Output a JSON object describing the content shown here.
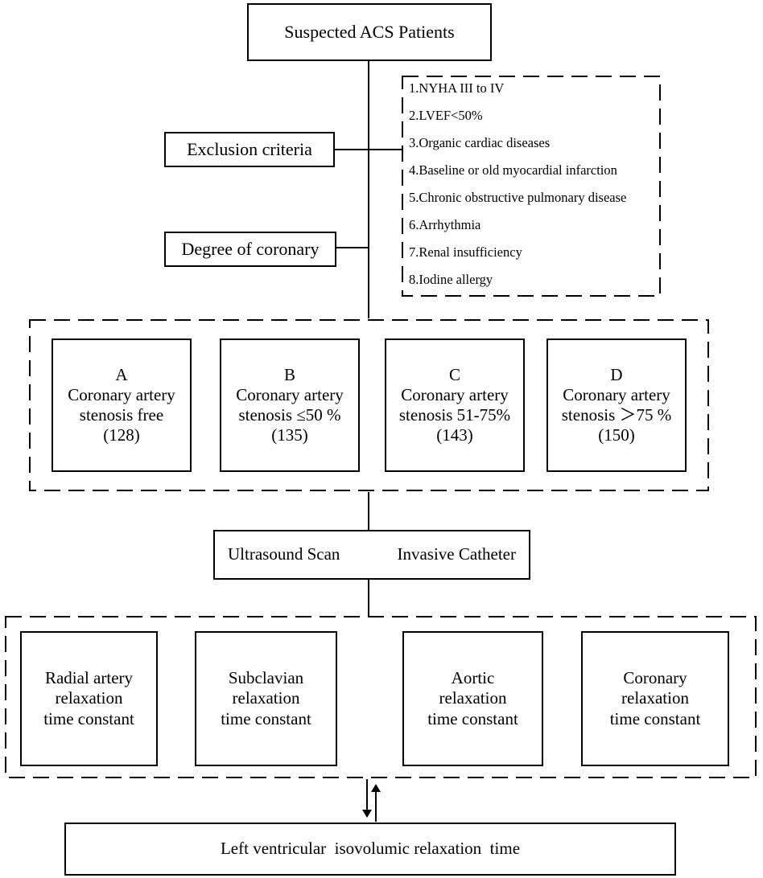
{
  "top_box": {
    "label": "Suspected ACS Patients"
  },
  "exclusion": {
    "label": "Exclusion criteria"
  },
  "degree": {
    "label": "Degree of coronary"
  },
  "criteria": [
    "1.NYHA III to IV",
    "2.LVEF<50%",
    "3.Organic cardiac diseases",
    "4.Baseline or old myocardial infarction",
    "5.Chronic obstructive pulmonary disease",
    "6.Arrhythmia",
    "7.Renal insufficiency",
    "8.Iodine allergy"
  ],
  "groups": [
    {
      "letter": "A",
      "line1": "Coronary artery",
      "line2": "stenosis free",
      "count": "(128)"
    },
    {
      "letter": "B",
      "line1": "Coronary  artery",
      "line2": "stenosis ≤50 %",
      "count": "(135)"
    },
    {
      "letter": "C",
      "line1": "Coronary  artery",
      "line2": "stenosis 51-75%",
      "count": "(143)"
    },
    {
      "letter": "D",
      "line1": "Coronary  artery",
      "line2": "stenosis ＞75 %",
      "count": "(150)"
    }
  ],
  "methods": {
    "left": "Ultrasound Scan",
    "right": "Invasive Catheter"
  },
  "measures": [
    {
      "line1": "Radial  artery",
      "line2": "relaxation",
      "line3": "time constant"
    },
    {
      "line1": "Subclavian",
      "line2": "relaxation",
      "line3": "time constant"
    },
    {
      "line1": "Aortic",
      "line2": "relaxation",
      "line3": "time constant"
    },
    {
      "line1": "Coronary",
      "line2": "relaxation",
      "line3": "time constant"
    }
  ],
  "bottom_box": {
    "label": "Left ventricular  isovolumic relaxation  time"
  }
}
